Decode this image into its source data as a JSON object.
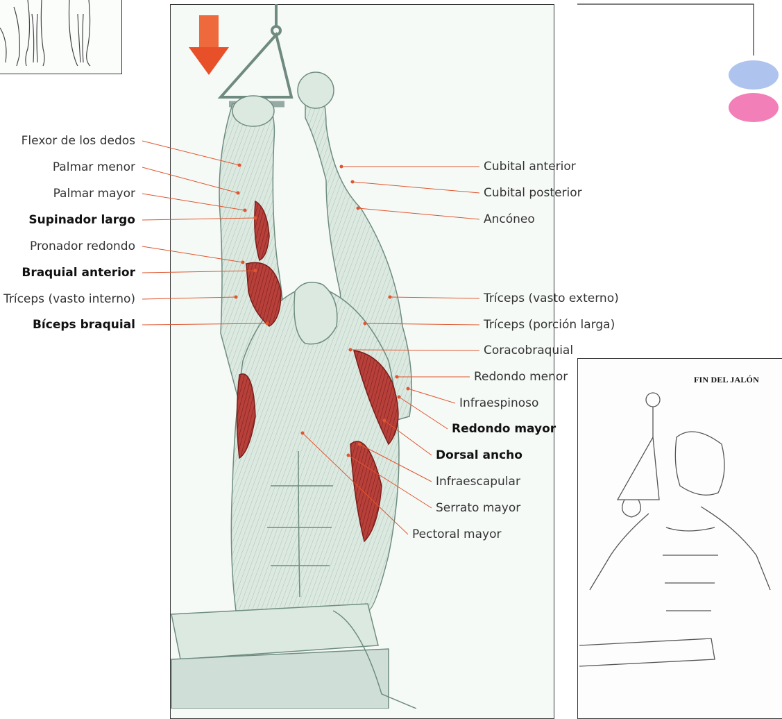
{
  "labels_left": [
    {
      "id": "flexor-dedos",
      "text": "Flexor de los dedos",
      "bold": false
    },
    {
      "id": "palmar-menor",
      "text": "Palmar menor",
      "bold": false
    },
    {
      "id": "palmar-mayor",
      "text": "Palmar mayor",
      "bold": false
    },
    {
      "id": "supinador-largo",
      "text": "Supinador largo",
      "bold": true
    },
    {
      "id": "pronador-redondo",
      "text": "Pronador redondo",
      "bold": false
    },
    {
      "id": "braquial-anterior",
      "text": "Braquial anterior",
      "bold": true
    },
    {
      "id": "triceps-vasto-interno",
      "text": "Tríceps (vasto interno)",
      "bold": false
    },
    {
      "id": "biceps-braquial",
      "text": "Bíceps braquial",
      "bold": true
    }
  ],
  "labels_right": [
    {
      "id": "cubital-anterior",
      "text": "Cubital anterior",
      "bold": false
    },
    {
      "id": "cubital-posterior",
      "text": "Cubital posterior",
      "bold": false
    },
    {
      "id": "anconeo",
      "text": "Ancóneo",
      "bold": false
    },
    {
      "id": "triceps-vasto-externo",
      "text": "Tríceps (vasto externo)",
      "bold": false
    },
    {
      "id": "triceps-porcion-larga",
      "text": "Tríceps (porción larga)",
      "bold": false
    },
    {
      "id": "coracobraquial",
      "text": "Coracobraquial",
      "bold": false
    },
    {
      "id": "redondo-menor",
      "text": "Redondo menor",
      "bold": false
    },
    {
      "id": "infraespinoso",
      "text": "Infraespinoso",
      "bold": false
    },
    {
      "id": "redondo-mayor",
      "text": "Redondo mayor",
      "bold": true
    },
    {
      "id": "dorsal-ancho",
      "text": "Dorsal ancho",
      "bold": true
    },
    {
      "id": "infraescapular",
      "text": "Infraescapular",
      "bold": false
    },
    {
      "id": "serrato-mayor",
      "text": "Serrato mayor",
      "bold": false
    },
    {
      "id": "pectoral-mayor",
      "text": "Pectoral mayor",
      "bold": false
    }
  ],
  "end_panel": {
    "title": "FIN DEL JALÓN"
  },
  "colors": {
    "leader": "#e0552e",
    "arrow": "#e8502a",
    "muscle_highlight": "#a8322c",
    "body_fill": "#d9e7df",
    "legend_blue": "#aec3ee",
    "legend_pink": "#f27fb8"
  }
}
